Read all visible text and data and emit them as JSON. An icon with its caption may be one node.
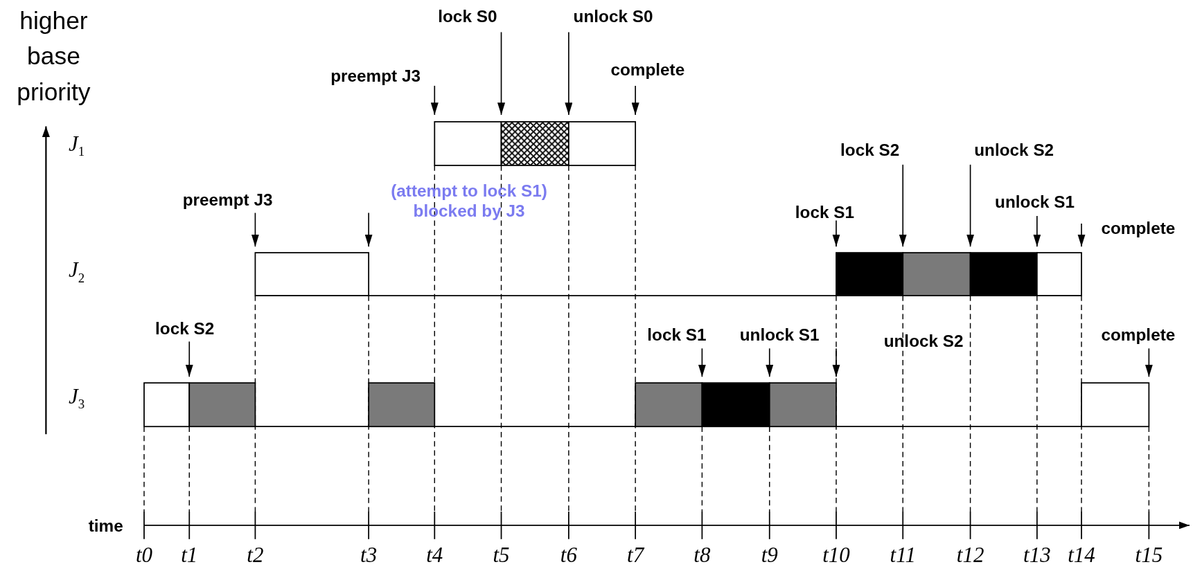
{
  "diagram": {
    "labels": [
      "higher base priority",
      "lock S0",
      "unlock S0",
      "preempt J3",
      "complete",
      "*J*$_{1}$",
      "lock S2",
      "unlock S2",
      "preempt J3",
      "(attempt to lock S1) blocked by J3",
      "lock S1",
      "unlock S1",
      "complete",
      "*J*$_{2}$",
      "lock S2",
      "lock S1",
      "unlock S1",
      "unlock S2",
      "complete",
      "*J*$_{3}$",
      "time",
      "t0",
      "t1",
      "t2",
      "t3",
      "t4",
      "t5",
      "t6",
      "t7",
      "t8",
      "t9",
      "t10",
      "t11",
      "t12",
      "t13",
      "t14",
      "t15"
    ]
  }
}
